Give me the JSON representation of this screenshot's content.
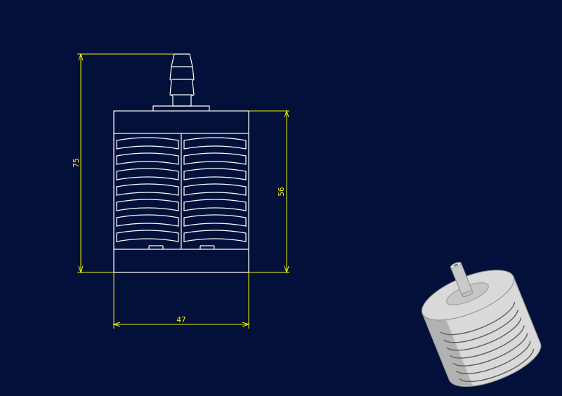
{
  "colors": {
    "background": "#03113a",
    "outline": "#ffffff",
    "dimension": "#f2f200",
    "render_body": "#d9d9d9",
    "render_shadow": "#a8a8a8"
  },
  "drawing": {
    "dimensions": {
      "overall_height": "75",
      "body_height": "56",
      "width": "47"
    }
  }
}
